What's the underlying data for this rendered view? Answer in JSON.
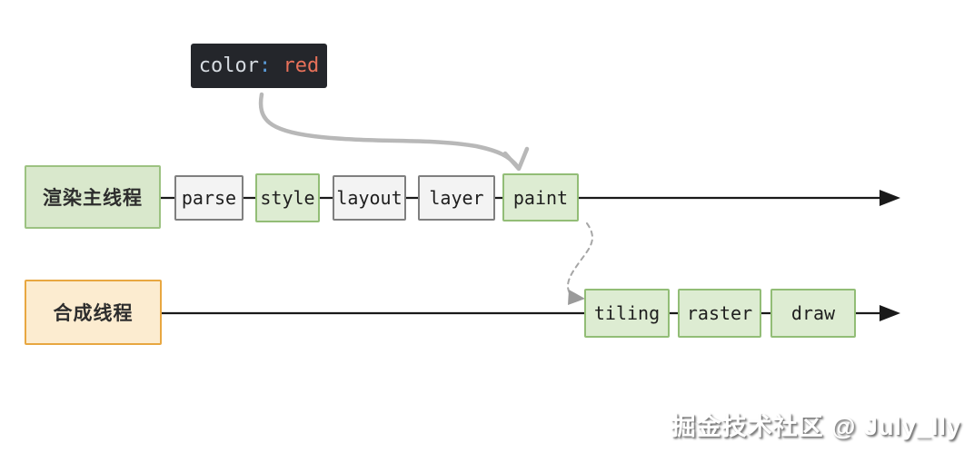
{
  "code_box": {
    "property": "color",
    "colon": ":",
    "value": " red",
    "background": "#24262b",
    "property_color": "#d6dbe1",
    "colon_color": "#5a9bd8",
    "value_color": "#e8715a"
  },
  "main_thread": {
    "label": "渲染主线程",
    "steps": [
      {
        "label": "parse",
        "highlighted": false
      },
      {
        "label": "style",
        "highlighted": true
      },
      {
        "label": "layout",
        "highlighted": false
      },
      {
        "label": "layer",
        "highlighted": false
      },
      {
        "label": "paint",
        "highlighted": true
      }
    ]
  },
  "compositor_thread": {
    "label": "合成线程",
    "steps": [
      {
        "label": "tiling",
        "highlighted": true
      },
      {
        "label": "raster",
        "highlighted": true
      },
      {
        "label": "draw",
        "highlighted": true
      }
    ]
  },
  "arrows": {
    "code_to_paint": "curved gray hand-drawn arrow from code box to paint step",
    "paint_to_tiling": "dashed gray s-curve arrow from paint step to tiling step",
    "main_timeline": "black horizontal arrow through main thread steps",
    "compositor_timeline": "black horizontal arrow through compositor steps"
  },
  "colors": {
    "step_green_fill": "#ddecd2",
    "step_green_border": "#92bd76",
    "step_gray_fill": "#f3f3f3",
    "step_gray_border": "#7f7f7f",
    "main_thread_fill": "#d9e8cc",
    "main_thread_border": "#9cc281",
    "compositor_fill": "#fcecd0",
    "compositor_border": "#e8a741",
    "timeline_color": "#1a1a1a",
    "freehand_arrow_color": "#b8b8b8",
    "dashed_arrow_color": "#a6a6a6"
  },
  "watermark": {
    "text": "掘金技术社区 @ July_lly"
  }
}
